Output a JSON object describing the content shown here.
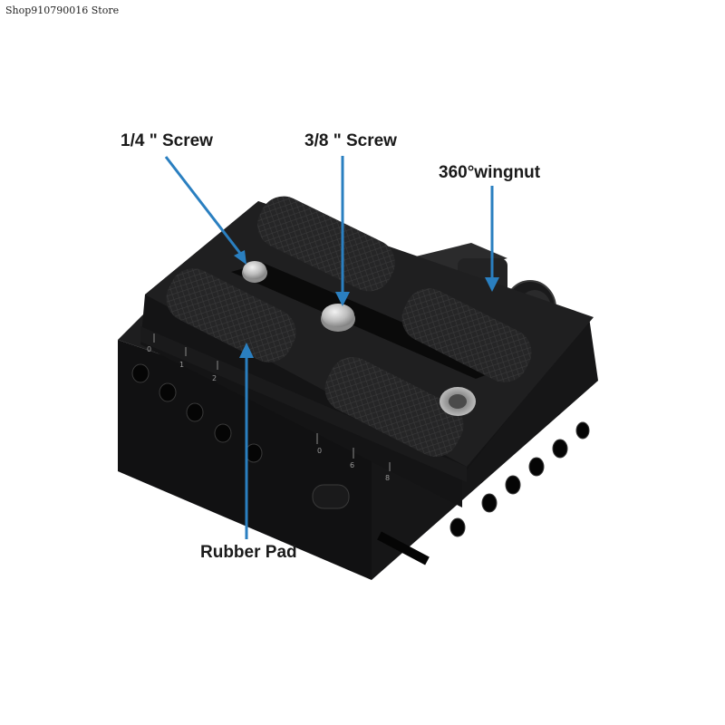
{
  "store_name": "Shop910790016 Store",
  "callouts": {
    "quarter_inch_screw": "1/4 \" Screw",
    "three_eighths_screw": "3/8 \" Screw",
    "wingnut": "360°wingnut",
    "rubber_pad": "Rubber Pad"
  },
  "scale_marks": [
    "0",
    "1",
    "2",
    "0",
    "6",
    "8"
  ],
  "colors": {
    "arrow": "#2a7fc0",
    "plate": "#1b1b1c",
    "screw": "#c9c9c9"
  }
}
